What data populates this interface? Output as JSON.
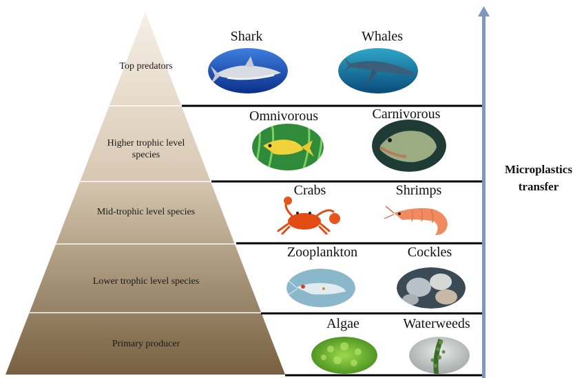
{
  "tiers": [
    {
      "label": "Top predators",
      "left": {
        "name": "Shark",
        "icon": "shark-icon"
      },
      "right": {
        "name": "Whales",
        "icon": "whale-icon"
      }
    },
    {
      "label": "Higher trophic level species",
      "left": {
        "name": "Omnivorous",
        "icon": "omnivorous-fish-icon"
      },
      "right": {
        "name": "Carnivorous",
        "icon": "piranha-icon"
      }
    },
    {
      "label": "Mid-trophic level species",
      "left": {
        "name": "Crabs",
        "icon": "crab-icon"
      },
      "right": {
        "name": "Shrimps",
        "icon": "shrimp-icon"
      }
    },
    {
      "label": "Lower trophic level species",
      "left": {
        "name": "Zooplankton",
        "icon": "zooplankton-icon"
      },
      "right": {
        "name": "Cockles",
        "icon": "cockles-icon"
      }
    },
    {
      "label": "Primary producer",
      "left": {
        "name": "Algae",
        "icon": "algae-icon"
      },
      "right": {
        "name": "Waterweeds",
        "icon": "waterweed-icon"
      }
    }
  ],
  "axis": {
    "title": "Microplastics transfer",
    "direction": "up"
  },
  "colors": {
    "pyramid_top": "#f3ebe0",
    "pyramid_bottom": "#7a6245",
    "arrow": "#7f97bf",
    "divider": "#000000"
  }
}
